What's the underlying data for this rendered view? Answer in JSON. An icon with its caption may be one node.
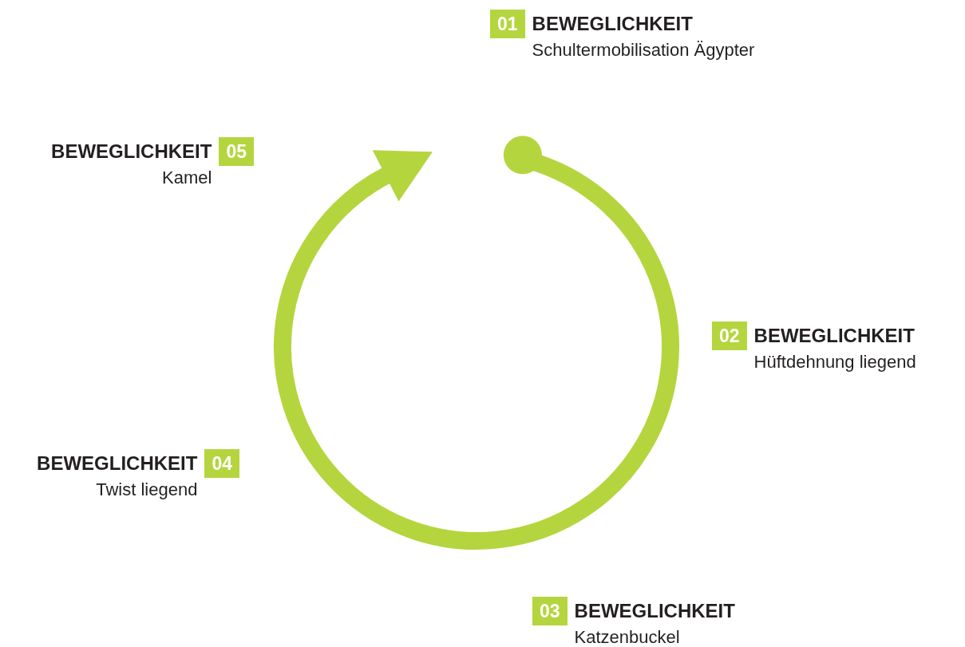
{
  "diagram": {
    "nodes": [
      {
        "text": [
          "01",
          "BEWEGLICHKEIT",
          "Schultermobilisation Ägypter"
        ]
      },
      {
        "text": [
          "02",
          "BEWEGLICHKEIT",
          "Hüftdehnung liegend"
        ]
      },
      {
        "text": [
          "03",
          "BEWEGLICHKEIT",
          "Katzenbuckel"
        ]
      },
      {
        "text": [
          "BEWEGLICHKEIT",
          "04",
          "Twist liegend"
        ]
      },
      {
        "text": [
          "BEWEGLICHKEIT",
          "05",
          "Kamel"
        ]
      }
    ]
  }
}
